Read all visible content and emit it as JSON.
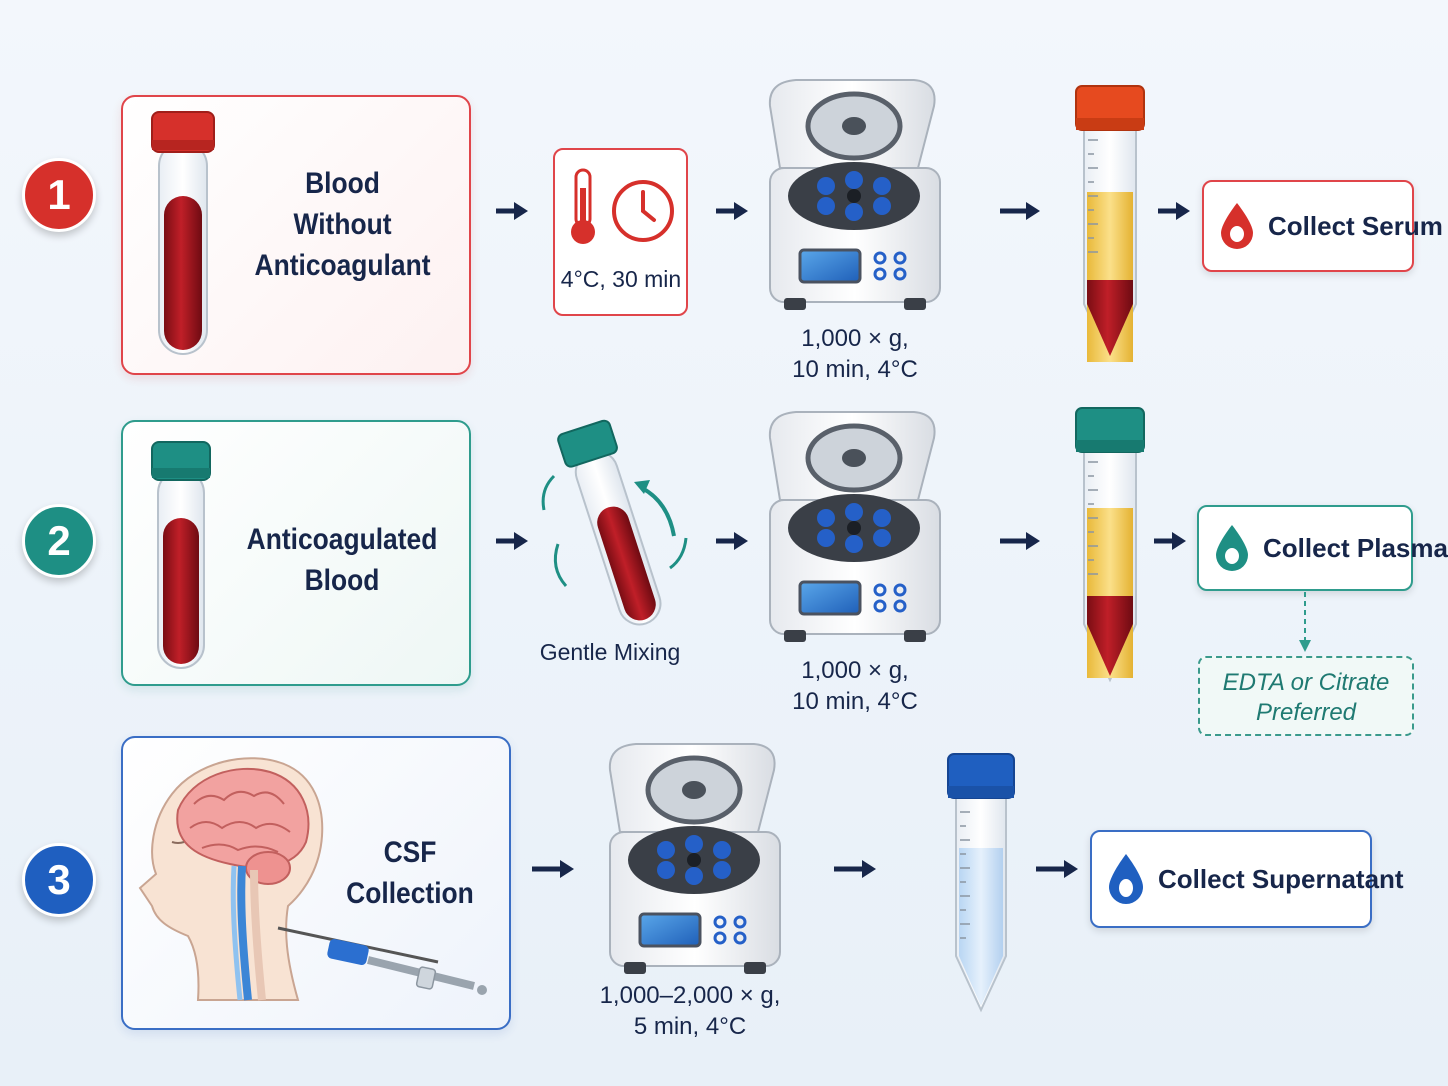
{
  "rows": [
    {
      "number": "1",
      "title_lines": [
        "Blood",
        "Without",
        "Anticoagulant"
      ],
      "step_label": "4°C, 30 min",
      "centrifuge_lines": [
        "1,000 × g,",
        "10 min, 4°C"
      ],
      "collect_label": "Collect Serum"
    },
    {
      "number": "2",
      "title_lines": [
        "Anticoagulated",
        "Blood"
      ],
      "step_label": "Gentle Mixing",
      "centrifuge_lines": [
        "1,000 × g,",
        "10 min, 4°C"
      ],
      "collect_label": "Collect Plasma",
      "note_lines": [
        "EDTA or Citrate",
        "Preferred"
      ]
    },
    {
      "number": "3",
      "title_lines": [
        "CSF",
        "Collection"
      ],
      "centrifuge_lines": [
        "1,000–2,000 × g,",
        "5 min, 4°C"
      ],
      "collect_label": "Collect Supernatant"
    }
  ],
  "colors": {
    "red": "#d6302b",
    "green": "#1e8f84",
    "blue": "#1f5fc0",
    "navy": "#17264a",
    "serum": "#f2c94c",
    "blood": "#a3121c",
    "csf": "#cfe3f7"
  },
  "icons": [
    "thermometer-icon",
    "clock-icon",
    "blood-drop-icon",
    "water-drop-icon",
    "arrow-right-icon"
  ]
}
